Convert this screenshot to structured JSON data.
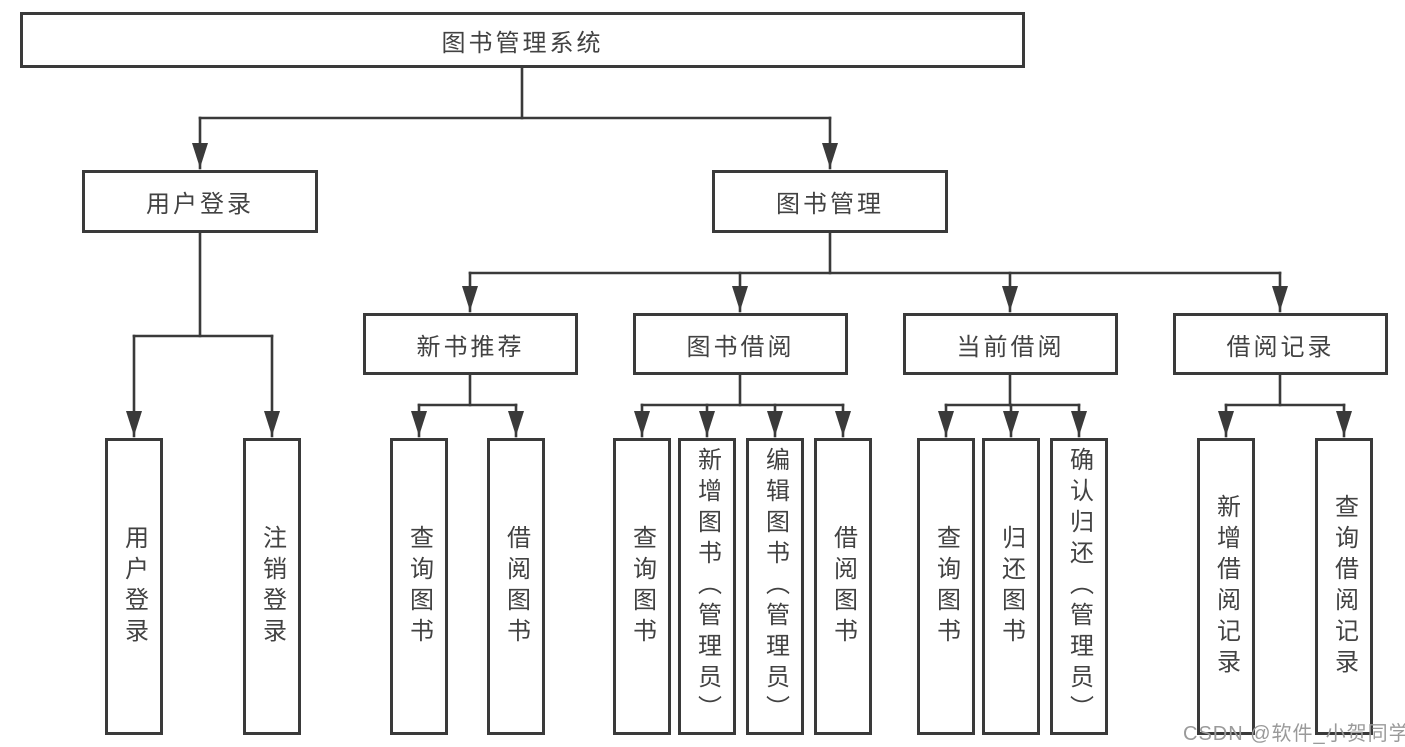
{
  "tree": {
    "label": "图书管理系统",
    "children": [
      {
        "label": "用户登录",
        "children": [
          {
            "label": "用户登录"
          },
          {
            "label": "注销登录"
          }
        ]
      },
      {
        "label": "图书管理",
        "children": [
          {
            "label": "新书推荐",
            "children": [
              {
                "label": "查询图书"
              },
              {
                "label": "借阅图书"
              }
            ]
          },
          {
            "label": "图书借阅",
            "children": [
              {
                "label": "查询图书"
              },
              {
                "label": "新增图书（管理员）"
              },
              {
                "label": "编辑图书（管理员）"
              },
              {
                "label": "借阅图书"
              }
            ]
          },
          {
            "label": "当前借阅",
            "children": [
              {
                "label": "查询图书"
              },
              {
                "label": "归还图书"
              },
              {
                "label": "确认归还（管理员）"
              }
            ]
          },
          {
            "label": "借阅记录",
            "children": [
              {
                "label": "新增借阅记录"
              },
              {
                "label": "查询借阅记录"
              }
            ]
          }
        ]
      }
    ]
  },
  "watermark": "CSDN @软件_小贺同学",
  "colors": {
    "line": "#3a3a3a",
    "text": "#424242",
    "background": "#ffffff",
    "watermark": "#9a9a9a"
  }
}
